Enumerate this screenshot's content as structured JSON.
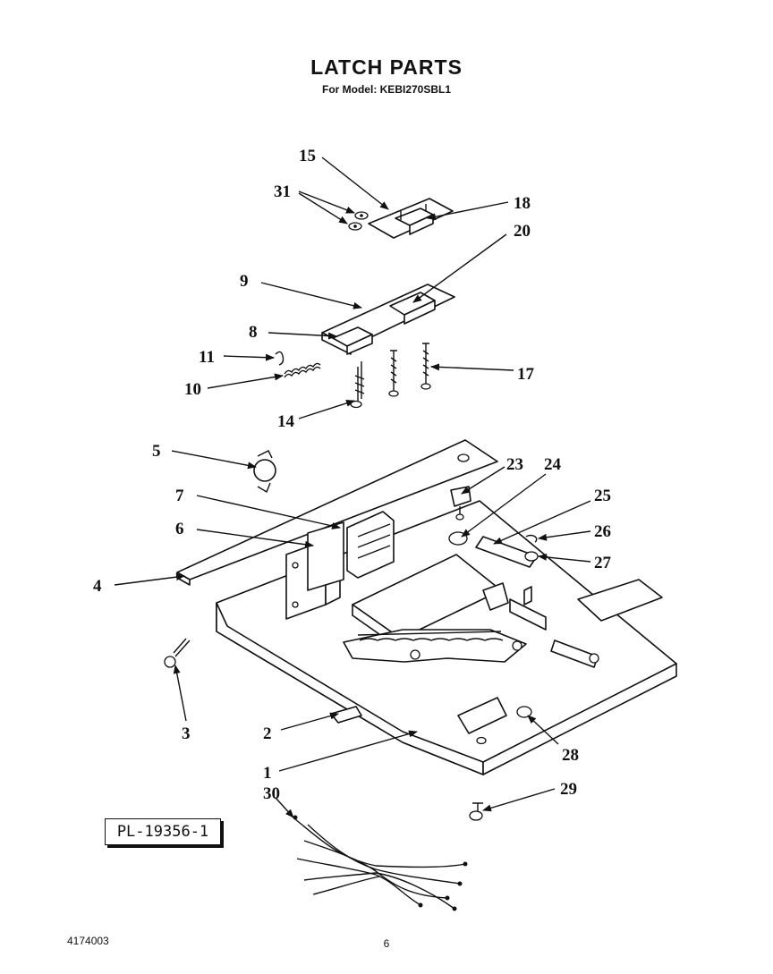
{
  "header": {
    "title": "LATCH PARTS",
    "subtitle": "For Model: KEBI270SBL1"
  },
  "plate_code": "PL-19356-1",
  "footer": {
    "doc_number": "4174003",
    "page_number": "6"
  },
  "callouts": [
    "1",
    "2",
    "3",
    "4",
    "5",
    "6",
    "7",
    "8",
    "9",
    "10",
    "11",
    "14",
    "15",
    "17",
    "18",
    "20",
    "23",
    "24",
    "25",
    "26",
    "27",
    "28",
    "29",
    "30",
    "31"
  ]
}
